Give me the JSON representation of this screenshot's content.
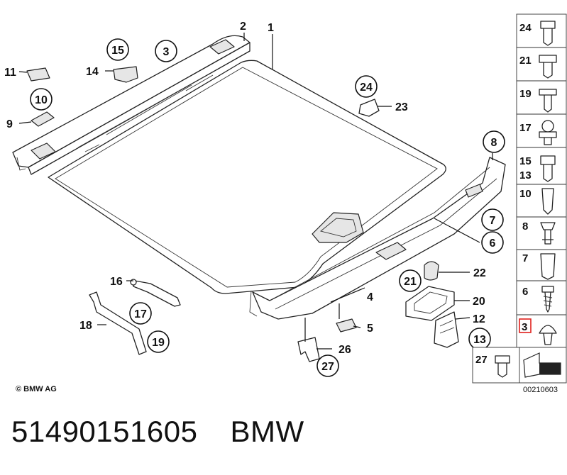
{
  "callouts_main": [
    {
      "id": "c1",
      "text": "1"
    },
    {
      "id": "c2",
      "text": "2"
    },
    {
      "id": "c3",
      "text": "3",
      "circled": true
    },
    {
      "id": "c4",
      "text": "4"
    },
    {
      "id": "c5",
      "text": "5"
    },
    {
      "id": "c6",
      "text": "6",
      "circled": true
    },
    {
      "id": "c7",
      "text": "7",
      "circled": true
    },
    {
      "id": "c8",
      "text": "8",
      "circled": true
    },
    {
      "id": "c9",
      "text": "9"
    },
    {
      "id": "c10",
      "text": "10",
      "circled": true
    },
    {
      "id": "c11",
      "text": "11"
    },
    {
      "id": "c12",
      "text": "12"
    },
    {
      "id": "c13",
      "text": "13",
      "circled": true
    },
    {
      "id": "c14",
      "text": "14"
    },
    {
      "id": "c15",
      "text": "15",
      "circled": true
    },
    {
      "id": "c16",
      "text": "16"
    },
    {
      "id": "c17",
      "text": "17",
      "circled": true
    },
    {
      "id": "c18",
      "text": "18"
    },
    {
      "id": "c19",
      "text": "19",
      "circled": true
    },
    {
      "id": "c20",
      "text": "20"
    },
    {
      "id": "c21",
      "text": "21",
      "circled": true
    },
    {
      "id": "c22",
      "text": "22"
    },
    {
      "id": "c23",
      "text": "23"
    },
    {
      "id": "c24",
      "text": "24",
      "circled": true
    },
    {
      "id": "c26",
      "text": "26"
    },
    {
      "id": "c27",
      "text": "27",
      "circled": true
    }
  ],
  "side_panel": [
    {
      "label": "24"
    },
    {
      "label": "21"
    },
    {
      "label": "19"
    },
    {
      "label": "17"
    },
    {
      "label": "15",
      "label2": "13"
    },
    {
      "label": "10"
    },
    {
      "label": "8"
    },
    {
      "label": "7"
    },
    {
      "label": "6"
    },
    {
      "label": "3",
      "highlighted": true
    }
  ],
  "bottom_cell": {
    "label": "27"
  },
  "highlight_color": "#e0201c",
  "copyright": "© BMW AG",
  "drawing_code": "00210603",
  "part_number": "51490151605",
  "brand": "BMW"
}
